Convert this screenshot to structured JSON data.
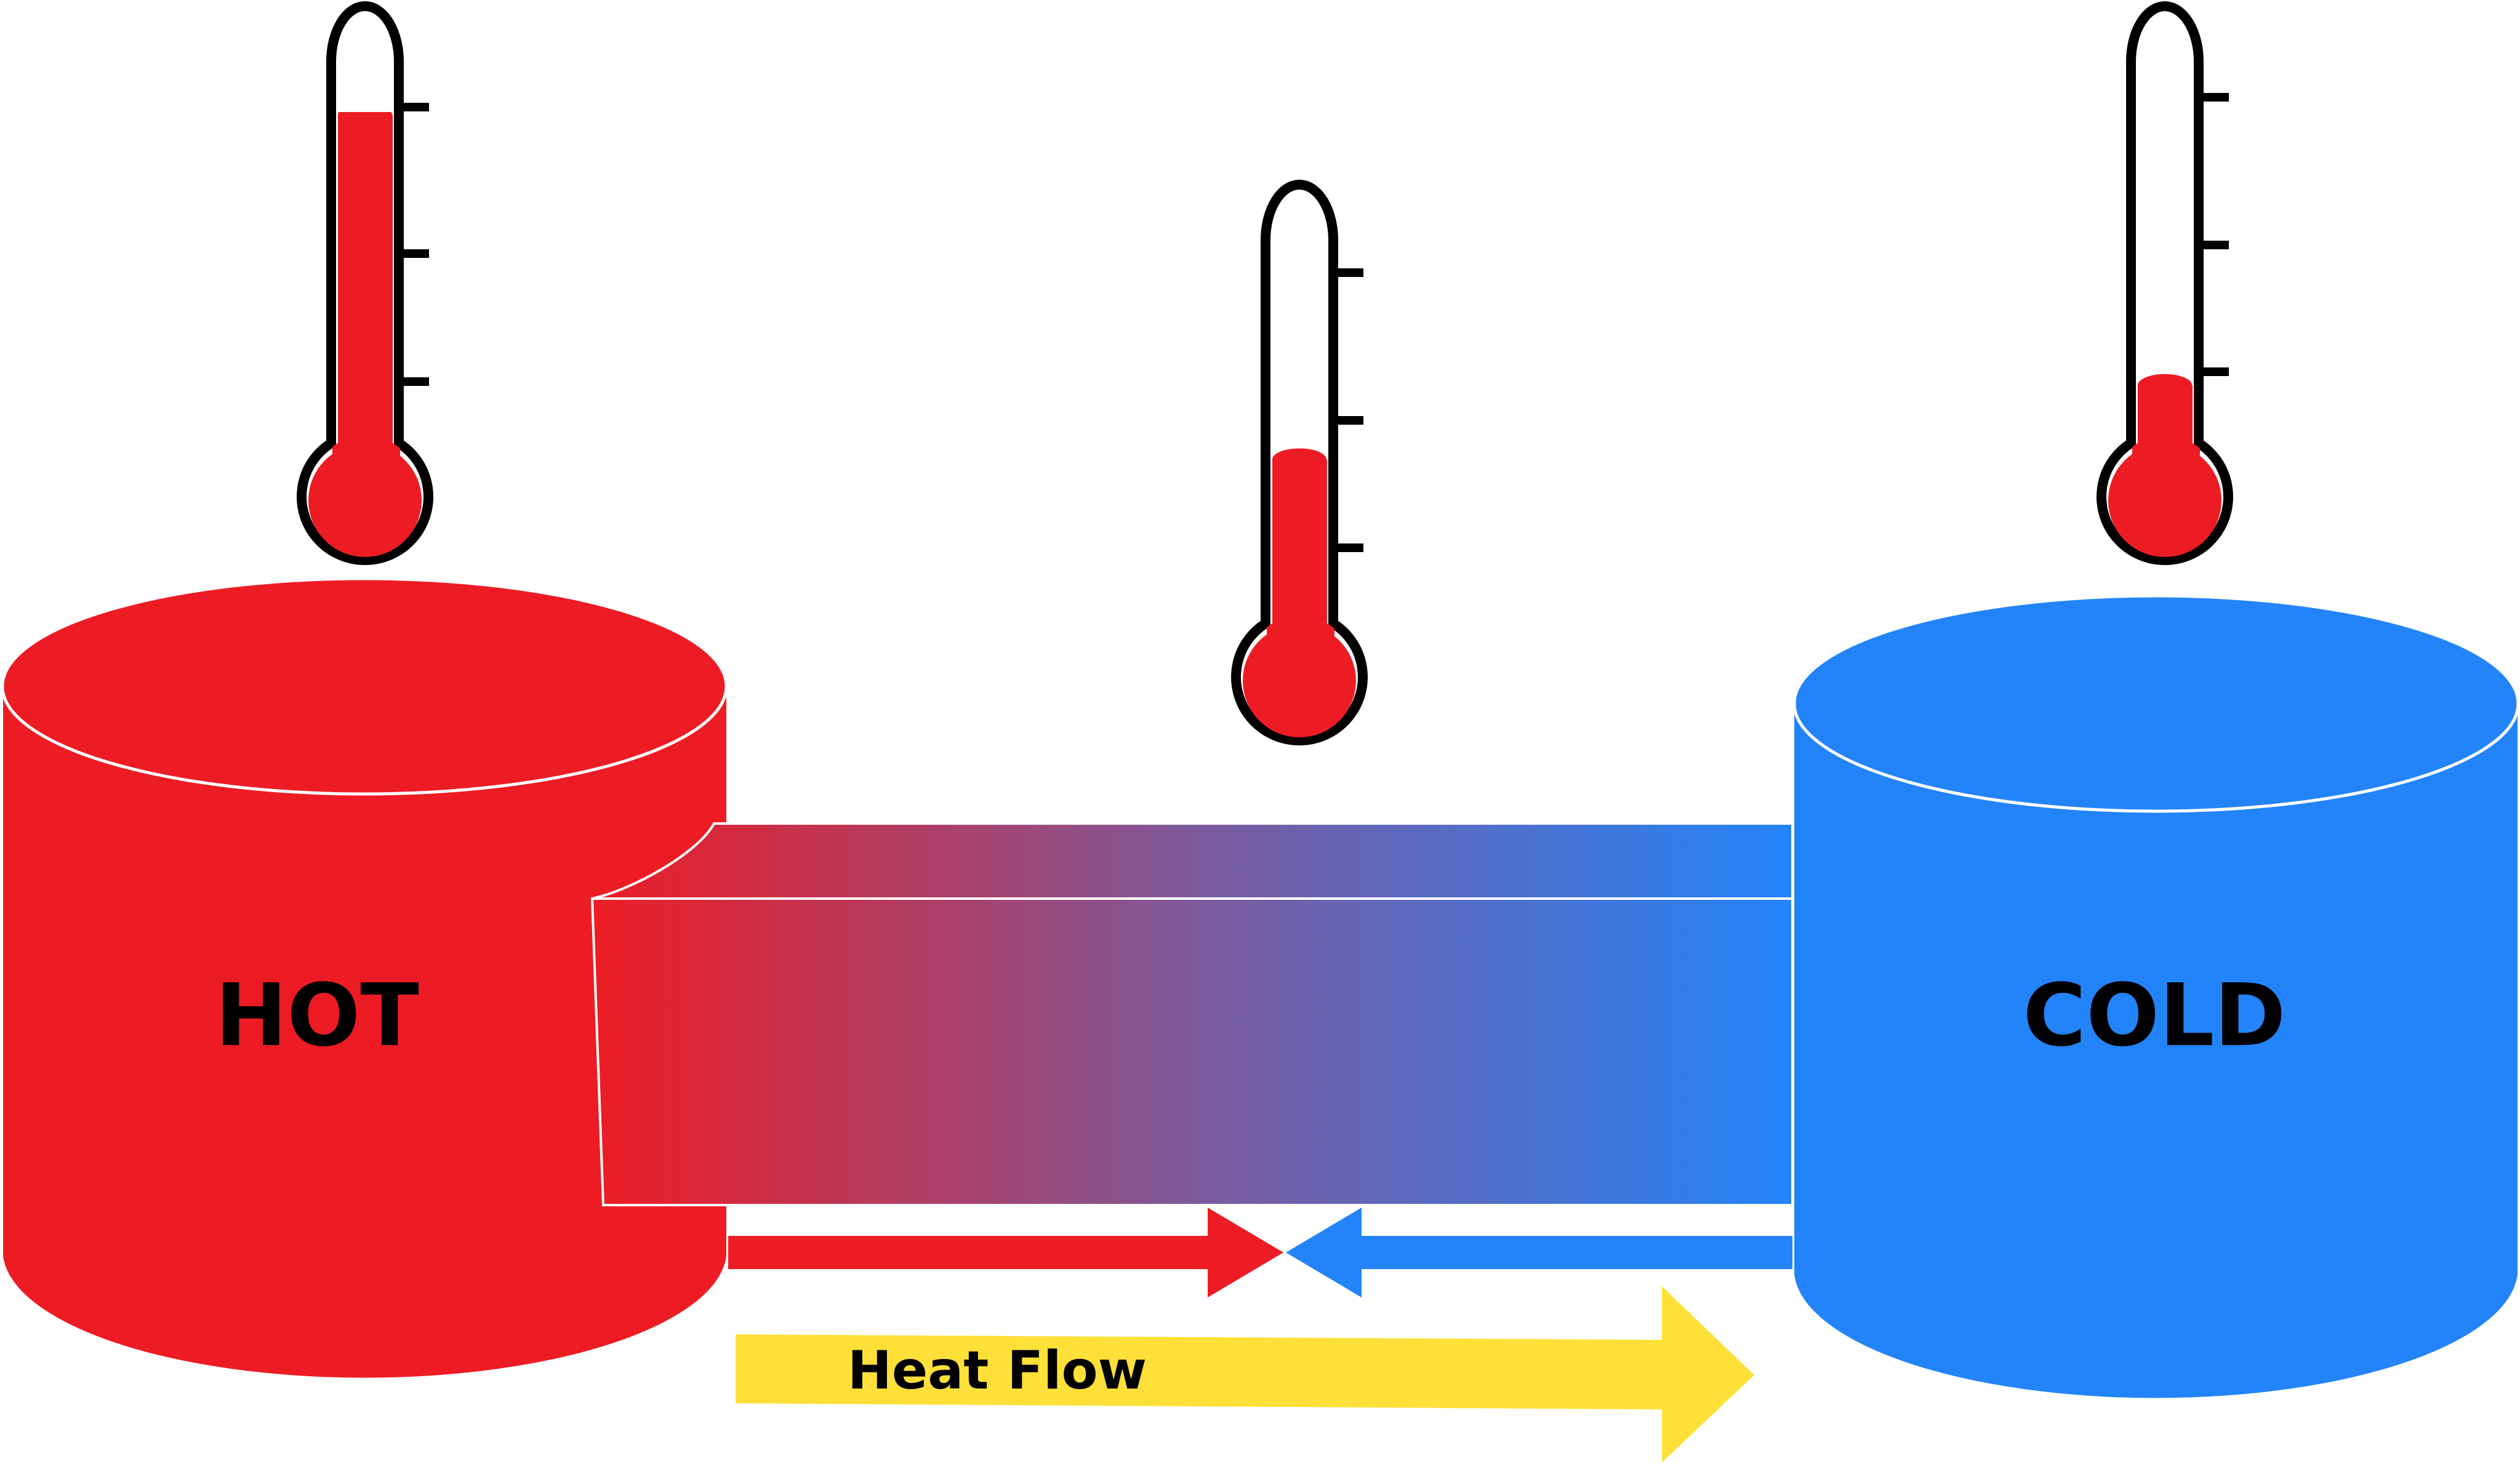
{
  "labels": {
    "hot": "HOT",
    "cold": "COLD",
    "heat_flow": "Heat Flow"
  },
  "thermometers": {
    "hot": {
      "fill_level": 0.94
    },
    "middle": {
      "fill_level": 0.5
    },
    "cold": {
      "fill_level": 0.22
    }
  },
  "colors": {
    "hot": "#ed1c24",
    "cold": "#2384fa",
    "heat_flow_arrow": "#fee038",
    "mid_purple": "#7d5a9b",
    "outline": "#000000"
  },
  "icons": {
    "hot_reservoir": "cylinder-hot-icon",
    "cold_reservoir": "cylinder-cold-icon",
    "thermometer": "thermometer-icon",
    "heat_arrow": "arrow-right-icon"
  }
}
